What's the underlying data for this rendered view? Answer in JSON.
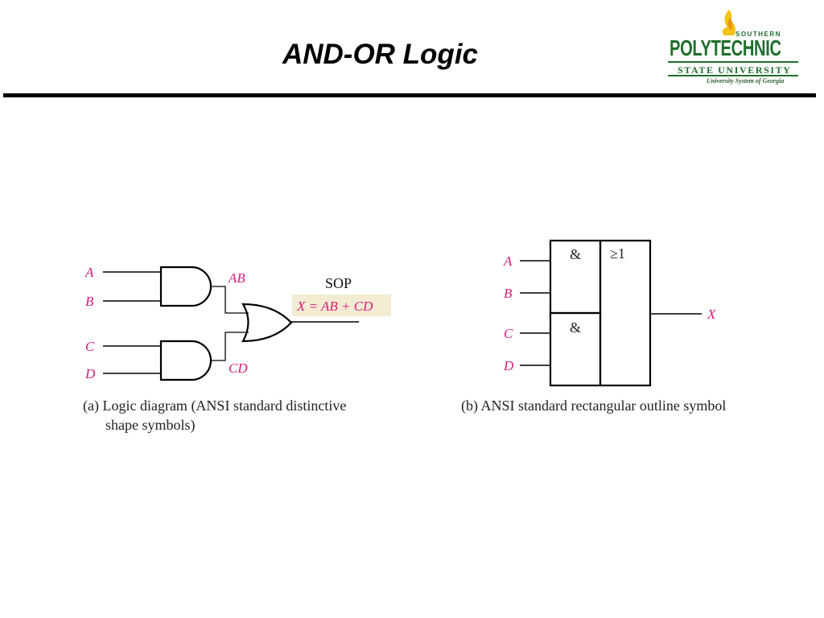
{
  "slide": {
    "title": "AND-OR Logic"
  },
  "logo": {
    "southern": "SOUTHERN",
    "polytechnic": "POLYTECHNIC",
    "state_university": "STATE UNIVERSITY",
    "system": "University System of Georgia"
  },
  "diagram_a": {
    "inputs": [
      "A",
      "B",
      "C",
      "D"
    ],
    "and1_output": "AB",
    "and2_output": "CD",
    "sop_label": "SOP",
    "expression": "X = AB + CD",
    "caption_line1": "(a) Logic diagram (ANSI standard distinctive",
    "caption_line2": "shape symbols)"
  },
  "diagram_b": {
    "inputs": [
      "A",
      "B",
      "C",
      "D"
    ],
    "and_symbol_top": "&",
    "and_symbol_bottom": "&",
    "or_symbol": "≥1",
    "output": "X",
    "caption": "(b) ANSI standard rectangular outline symbol"
  },
  "colors": {
    "label": "#d81b7a",
    "highlight": "#f4ecd2",
    "logo_green": "#1f6f2e",
    "logo_flame": "#f2c318"
  }
}
